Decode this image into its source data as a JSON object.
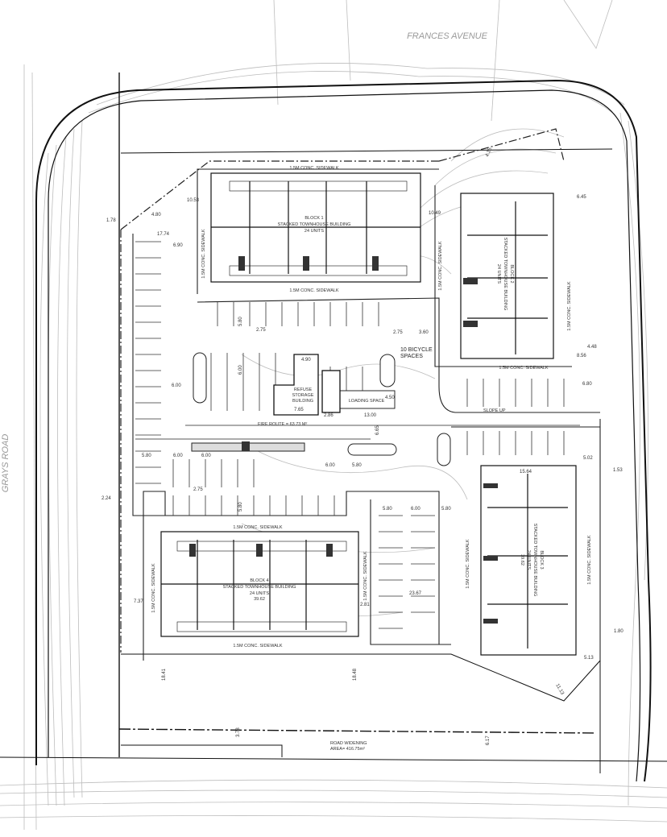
{
  "streets": {
    "frances": "FRANCES AVENUE",
    "grays": "GRAYS ROAD"
  },
  "blocks": {
    "b1": {
      "name": "BLOCK 1",
      "type": "STACKED TOWNHOUSE BUILDING",
      "units": "24 UNITS"
    },
    "b2": {
      "name": "BLOCK 2",
      "type": "STACKED TOWNHOUSE BUILDING",
      "units": "24 UNITS"
    },
    "b3": {
      "name": "BLOCK 3",
      "type": "STACKED TOWNHOUSE BUILDING",
      "units": "24 UNITS",
      "elev": "39.62"
    },
    "b4": {
      "name": "BLOCK 4",
      "type": "STACKED TOWNHOUSE BUILDING",
      "units": "24 UNITS",
      "elev": "39.62"
    }
  },
  "labels": {
    "sidewalk": "1.5M CONC. SIDEWALK",
    "refuse_1": "REFUSE",
    "refuse_2": "STORAGE",
    "refuse_3": "BUILDING",
    "loading": "LOADING SPACE",
    "bicycle_1": "10 BICYCLE",
    "bicycle_2": "SPACES",
    "fire_route": "FIRE ROUTE = 63.73 M²",
    "slope_up": "SLOPE UP",
    "road_widening_1": "ROAD WIDENING",
    "road_widening_2": "AREA= 416.75m²"
  },
  "dimensions": {
    "d1": "17.74",
    "d2": "6.90",
    "d3": "10.53",
    "d4": "4.80",
    "d5": "1.78",
    "d6": "10.49",
    "d7": "2.75",
    "d8": "3.60",
    "d9": "2.75",
    "d10": "4.90",
    "d11": "6.00",
    "d12": "7.65",
    "d13": "2.86",
    "d14": "13.00",
    "d15": "4.50",
    "d16": "5.80",
    "d17": "6.00",
    "d18": "6.00",
    "d19": "5.80",
    "d20": "2.75",
    "d21": "5.80",
    "d22": "6.00",
    "d23": "5.80",
    "d24": "7.37",
    "d25": "2.81",
    "d26": "18.41",
    "d27": "18.48",
    "d28": "3.78",
    "d29": "6.17",
    "d30": "23.67",
    "d31": "15.64",
    "d32": "5.02",
    "d33": "1.53",
    "d34": "6.45",
    "d35": "4.48",
    "d36": "8.56",
    "d37": "6.80",
    "d38": "11.13",
    "d39": "5.13",
    "d40": "2.24",
    "d41": "5.80",
    "d42": "6.00",
    "d43": "6.00",
    "d44": "6.65",
    "d45": "5.80",
    "d46": "1.80",
    "d47": "4.15"
  }
}
